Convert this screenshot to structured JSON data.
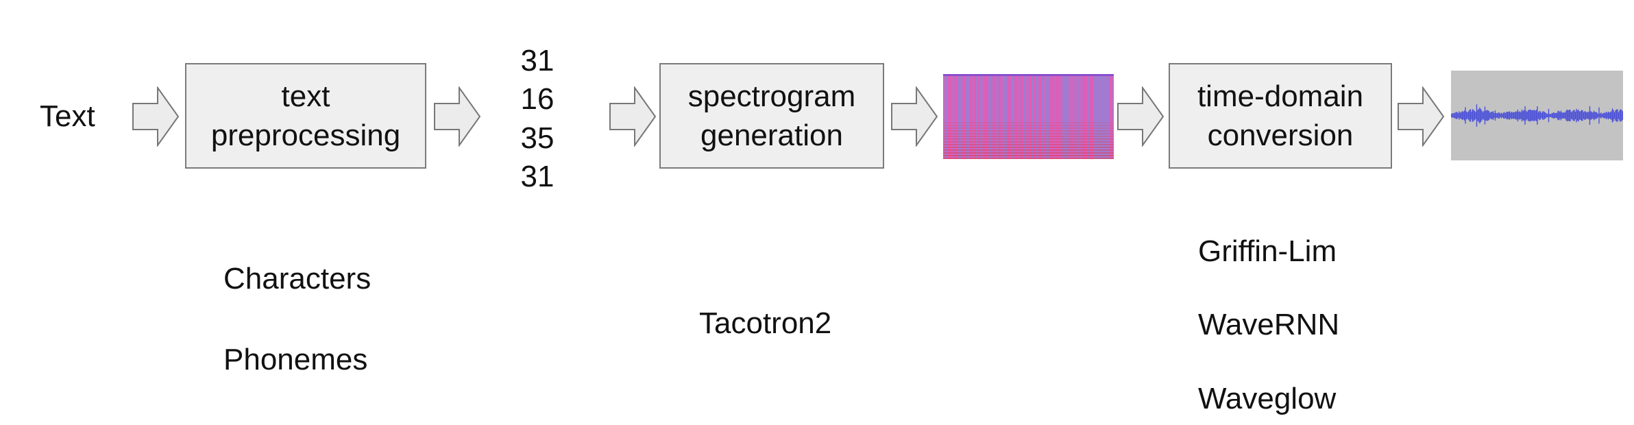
{
  "input_label": "Text",
  "stages": [
    {
      "line1": "text",
      "line2": "preprocessing"
    },
    {
      "line1": "spectrogram",
      "line2": "generation"
    },
    {
      "line1": "time-domain",
      "line2": "conversion"
    }
  ],
  "token_ids": [
    "31",
    "16",
    "35",
    "31"
  ],
  "preprocessing_options": [
    "Characters",
    "Phonemes"
  ],
  "spectrogram_models": [
    "Tacotron2"
  ],
  "vocoders": [
    "Griffin-Lim",
    "WaveRNN",
    "Waveglow"
  ],
  "colors": {
    "box_fill": "#efefef",
    "box_border": "#7a7a7a",
    "arrow_fill": "#ececec",
    "spectrogram_base": "#e35bb6",
    "waveform_bg": "#c3c3c3",
    "waveform": "#4a4fd8"
  }
}
